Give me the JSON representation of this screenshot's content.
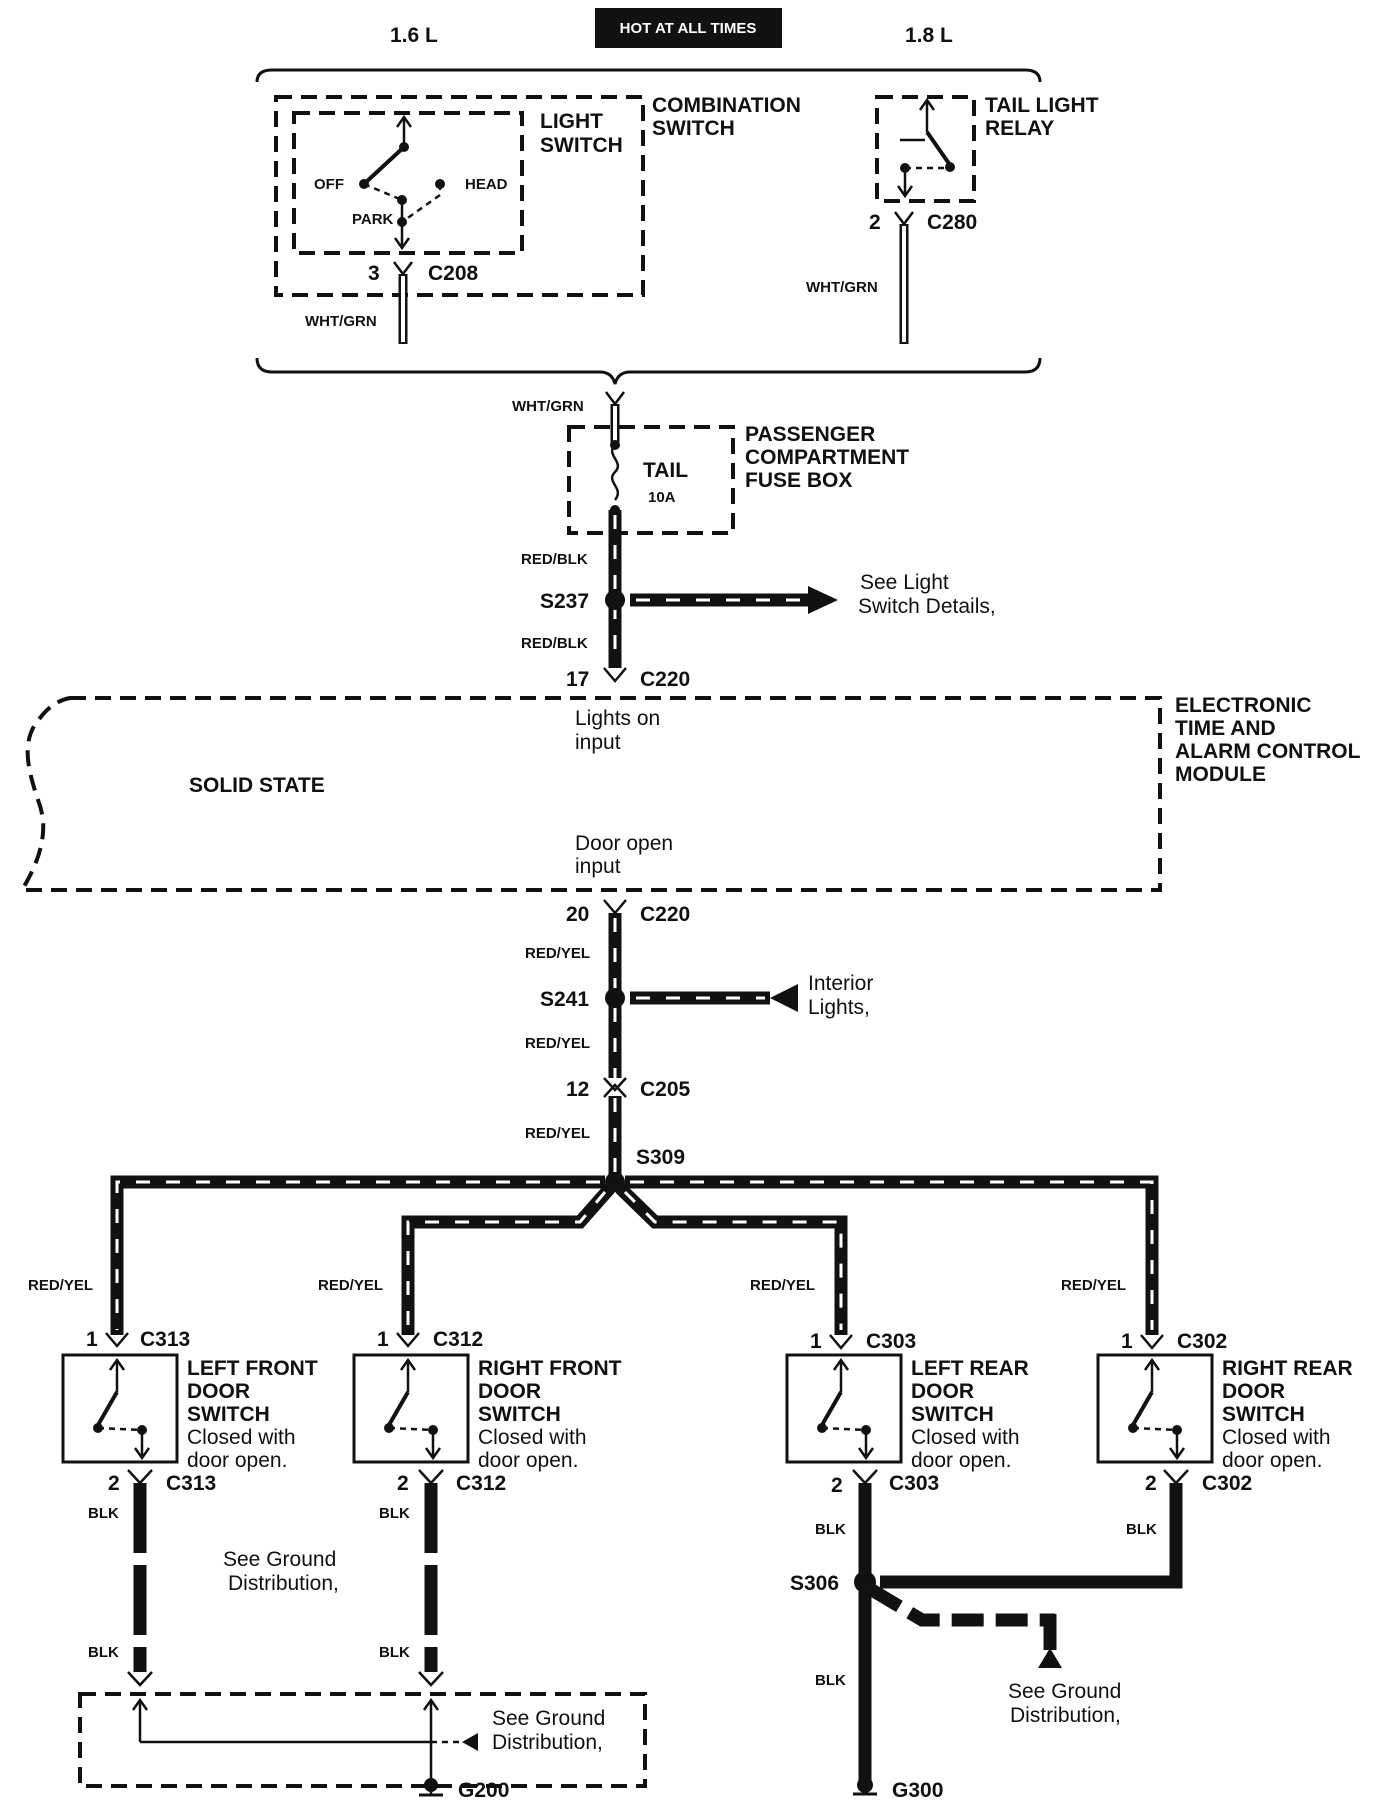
{
  "header": {
    "variant_left": "1.6 L",
    "hot_label": "HOT AT ALL TIMES",
    "variant_right": "1.8 L"
  },
  "combination_switch": {
    "title_line1": "COMBINATION",
    "title_line2": "SWITCH",
    "light_switch_line1": "LIGHT",
    "light_switch_line2": "SWITCH",
    "pos_off": "OFF",
    "pos_head": "HEAD",
    "pos_park": "PARK",
    "pin": "3",
    "connector": "C208",
    "wire_color": "WHT/GRN"
  },
  "tail_light_relay": {
    "title_line1": "TAIL LIGHT",
    "title_line2": "RELAY",
    "pin": "2",
    "connector": "C280",
    "wire_color": "WHT/GRN"
  },
  "fuse_box": {
    "wire_in": "WHT/GRN",
    "fuse_name": "TAIL",
    "fuse_rating": "10A",
    "title_line1": "PASSENGER",
    "title_line2": "COMPARTMENT",
    "title_line3": "FUSE BOX",
    "wire_out": "RED/BLK"
  },
  "splice_s237": {
    "name": "S237",
    "note_line1": "See Light",
    "note_line2": "Switch Details,",
    "wire_below": "RED/BLK"
  },
  "module": {
    "pin_top": "17",
    "connector_top": "C220",
    "lights_on_line1": "Lights on",
    "lights_on_line2": "input",
    "solid_state": "SOLID STATE",
    "door_open_line1": "Door open",
    "door_open_line2": "input",
    "title_line1": "ELECTRONIC",
    "title_line2": "TIME AND",
    "title_line3": "ALARM CONTROL",
    "title_line4": "MODULE",
    "pin_bottom": "20",
    "connector_bottom": "C220"
  },
  "splice_s241": {
    "wire_above": "RED/YEL",
    "name": "S241",
    "note_line1": "Interior",
    "note_line2": "Lights,",
    "wire_below": "RED/YEL"
  },
  "connector_c205": {
    "pin": "12",
    "name": "C205",
    "wire_below": "RED/YEL"
  },
  "splice_s309": {
    "name": "S309"
  },
  "door_switches": [
    {
      "wire_in": "RED/YEL",
      "pin_top": "1",
      "connector": "C313",
      "line1": "LEFT FRONT",
      "line2": "DOOR",
      "line3": "SWITCH",
      "note1": "Closed with",
      "note2": "door open.",
      "pin_bottom": "2",
      "wire_out": "BLK"
    },
    {
      "wire_in": "RED/YEL",
      "pin_top": "1",
      "connector": "C312",
      "line1": "RIGHT FRONT",
      "line2": "DOOR",
      "line3": "SWITCH",
      "note1": "Closed with",
      "note2": "door open.",
      "pin_bottom": "2",
      "wire_out": "BLK"
    },
    {
      "wire_in": "RED/YEL",
      "pin_top": "1",
      "connector": "C303",
      "line1": "LEFT REAR",
      "line2": "DOOR",
      "line3": "SWITCH",
      "note1": "Closed with",
      "note2": "door open.",
      "pin_bottom": "2",
      "wire_out": "BLK"
    },
    {
      "wire_in": "RED/YEL",
      "pin_top": "1",
      "connector": "C302",
      "line1": "RIGHT REAR",
      "line2": "DOOR",
      "line3": "SWITCH",
      "note1": "Closed with",
      "note2": "door open.",
      "pin_bottom": "2",
      "wire_out": "BLK"
    }
  ],
  "front_ground": {
    "note_mid_line1": "See Ground",
    "note_mid_line2": "Distribution,",
    "wire_left_lower": "BLK",
    "wire_right_lower": "BLK",
    "note_box_line1": "See Ground",
    "note_box_line2": "Distribution,",
    "ground": "G200"
  },
  "rear_ground": {
    "splice": "S306",
    "wire_lower": "BLK",
    "note_line1": "See Ground",
    "note_line2": "Distribution,",
    "ground": "G300"
  }
}
